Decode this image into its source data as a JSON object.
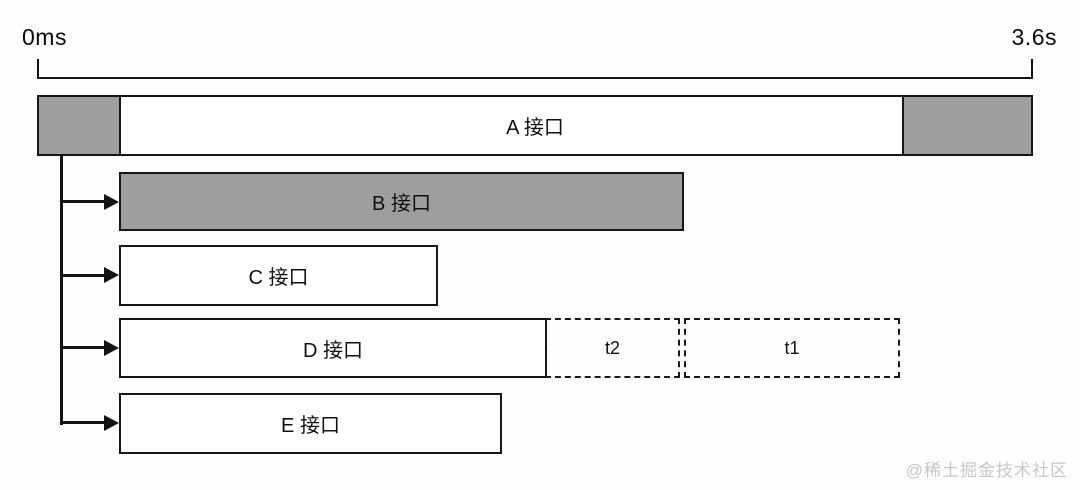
{
  "diagram": {
    "timeline": {
      "start_label": "0ms",
      "end_label": "3.6s"
    },
    "bars": {
      "a": {
        "label": "A 接口",
        "style": "white with gray head and tail segments"
      },
      "b": {
        "label": "B 接口",
        "style": "gray filled"
      },
      "c": {
        "label": "C 接口",
        "style": "white"
      },
      "d": {
        "label": "D 接口",
        "style": "white"
      },
      "e": {
        "label": "E 接口",
        "style": "white"
      }
    },
    "placeholders": {
      "t2": {
        "label": "t2",
        "style": "dashed outline"
      },
      "t1": {
        "label": "t1",
        "style": "dashed outline"
      }
    },
    "colors": {
      "background": "#fefefe",
      "bar_gray": "#9e9e9e",
      "border": "#161616",
      "text": "#101010",
      "watermark": "#c7c7c7"
    },
    "watermark": "@稀土掘金技术社区"
  }
}
